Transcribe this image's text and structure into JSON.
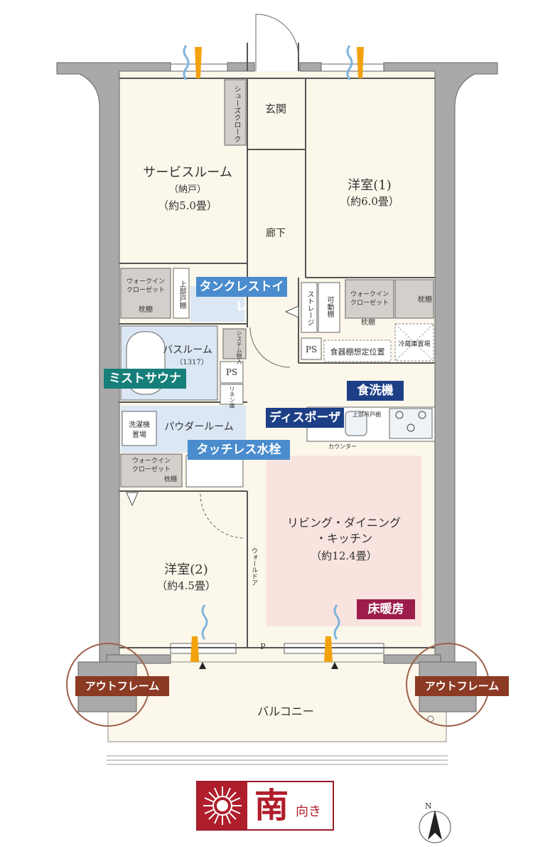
{
  "rooms": {
    "entrance": "玄関",
    "shoe_closet": "シューズクローク",
    "service_room": {
      "name": "サービスルーム",
      "sub": "（納戸）",
      "size": "（約5.0畳）"
    },
    "hallway": "廊下",
    "western1": {
      "name": "洋室(1)",
      "size": "（約6.0畳）"
    },
    "walkin_left": {
      "line1": "ウォークイン",
      "line2": "クローゼット",
      "shelf": "枕棚"
    },
    "upper_cabinet": "上部戸棚",
    "storage": "ストレージ",
    "movable_shelf": "可動棚",
    "walkin_right": {
      "line1": "ウォークイン",
      "line2": "クローゼット",
      "shelf": "枕棚",
      "side_shelf": "枕棚"
    },
    "system_storage": "システム物入",
    "ps1": "PS",
    "ps2": "PS",
    "linen": "リネン庫",
    "bathroom": {
      "name": "バスルーム",
      "size": "（1317）"
    },
    "dish_shelf": "食器棚想定位置",
    "fridge": "冷蔵庫置場",
    "upper_cupboard": "上部吊戸棚",
    "counter": "カウンター",
    "washer": {
      "line1": "洗濯機",
      "line2": "置場"
    },
    "powder_room": "パウダールーム",
    "walkin_lower": {
      "line1": "ウォークイン",
      "line2": "クローゼット",
      "shelf": "枕棚"
    },
    "ldk": {
      "line1": "リビング・ダイニング",
      "line2": "・キッチン",
      "size": "（約12.4畳）"
    },
    "western2": {
      "name": "洋室(2)",
      "size": "（約4.5畳）"
    },
    "wall_door": "ウォールドア",
    "p_mark": "P",
    "balcony": "バルコニー"
  },
  "tags": {
    "tankless_toilet": "タンクレストイレ",
    "mist_sauna": "ミストサウナ",
    "dishwasher": "食洗機",
    "disposer": "ディスポーザ",
    "touchless_faucet": "タッチレス水栓",
    "floor_heating": "床暖房",
    "out_frame_left": "アウトフレーム",
    "out_frame_right": "アウトフレーム"
  },
  "orientation": {
    "direction": "南",
    "suffix": "向き",
    "north": "N"
  },
  "colors": {
    "wall": "#a9a9a9",
    "floor": "#fbf7ea",
    "accent_blue": "#4a8ccd",
    "accent_navy": "#1d3f86",
    "accent_teal": "#177f7a",
    "accent_maroon": "#9c1d4b",
    "accent_brown": "#8b3a24",
    "ldk_fill": "#f9e3df",
    "sun_red": "#b01e2b"
  }
}
